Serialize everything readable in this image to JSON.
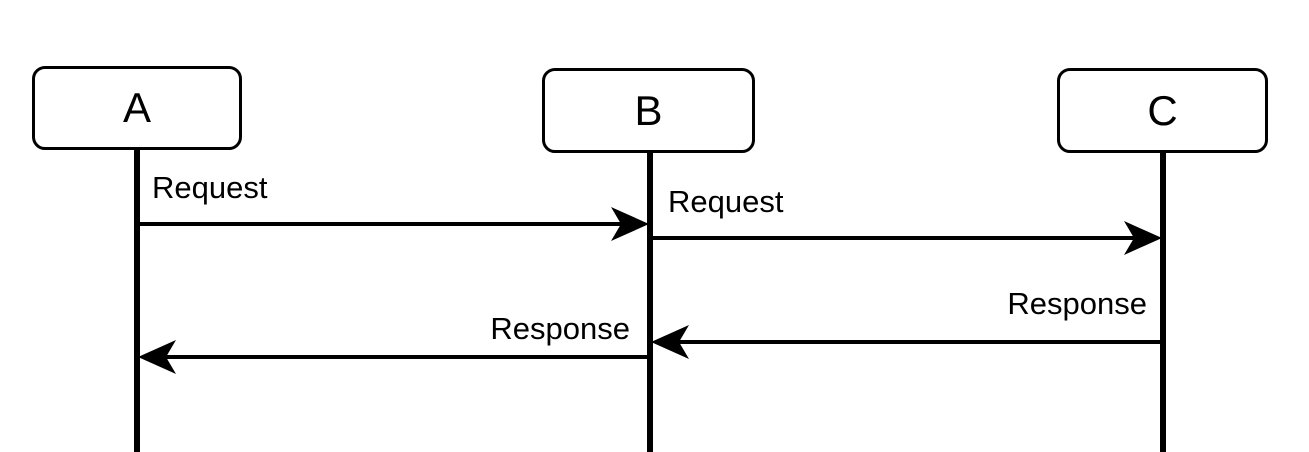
{
  "diagram": {
    "type": "sequence-diagram",
    "actors": [
      {
        "id": "A",
        "label": "A"
      },
      {
        "id": "B",
        "label": "B"
      },
      {
        "id": "C",
        "label": "C"
      }
    ],
    "messages": [
      {
        "from": "A",
        "to": "B",
        "label": "Request",
        "direction": "right"
      },
      {
        "from": "B",
        "to": "C",
        "label": "Request",
        "direction": "right"
      },
      {
        "from": "C",
        "to": "B",
        "label": "Response",
        "direction": "left"
      },
      {
        "from": "B",
        "to": "A",
        "label": "Response",
        "direction": "left"
      }
    ],
    "colors": {
      "stroke": "#000000",
      "fill": "#ffffff",
      "background": "#ffffff"
    }
  }
}
